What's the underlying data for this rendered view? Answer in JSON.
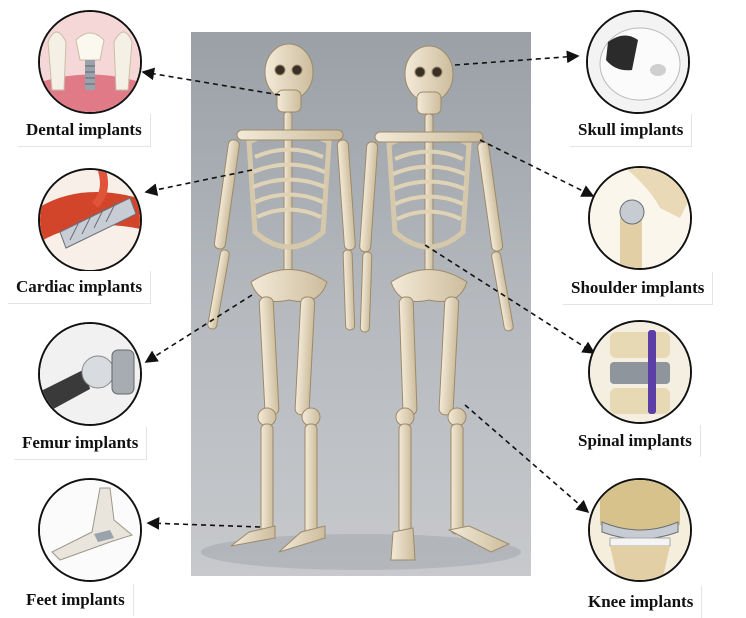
{
  "labels": {
    "dental": "Dental implants",
    "cardiac": "Cardiac implants",
    "femur": "Femur implants",
    "feet": "Feet implants",
    "skull": "Skull implants",
    "shoulder": "Shoulder implants",
    "spinal": "Spinal implants",
    "knee": "Knee implants"
  },
  "colors": {
    "bone": "#e8dcc4",
    "bone_shadow": "#b9a888",
    "background_panel": "#a8adb2",
    "arrow": "#111111"
  }
}
